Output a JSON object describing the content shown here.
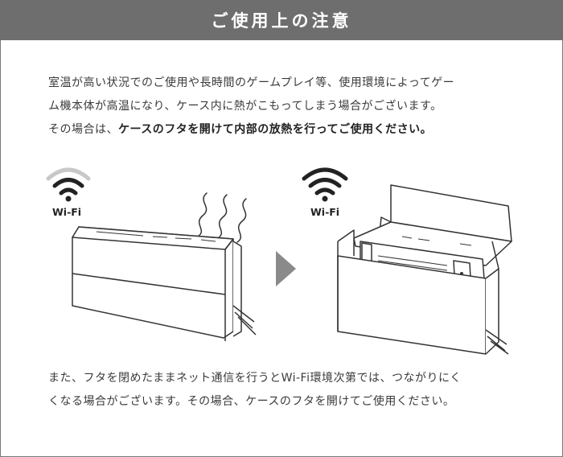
{
  "header": {
    "title": "ご使用上の注意"
  },
  "intro": {
    "line1": "室温が高い状況でのご使用や長時間のゲームプレイ等、使用環境によってゲー",
    "line2": "ム機本体が高温になり、ケース内に熱がこもってしまう場合がございます。",
    "line3_normal": "その場合は、",
    "line3_bold": "ケースのフタを開けて内部の放熱を行ってご使用ください。"
  },
  "illustration": {
    "left_wifi_label": "Wi-Fi",
    "right_wifi_label": "Wi-Fi",
    "icons": [
      "wifi-icon-weak",
      "heat-waves-icon",
      "arrow-right-icon",
      "wifi-icon-strong"
    ]
  },
  "note": {
    "line1": "また、フタを閉めたままネット通信を行うとWi-Fi環境次第では、つながりにく",
    "line2": "くなる場合がございます。その場合、ケースのフタを開けてご使用ください。"
  },
  "colors": {
    "header_bg": "#6e6e6e",
    "arrow": "#8a8a8a",
    "wifi_weak": "#c8c8c8",
    "wifi_strong": "#222222"
  }
}
